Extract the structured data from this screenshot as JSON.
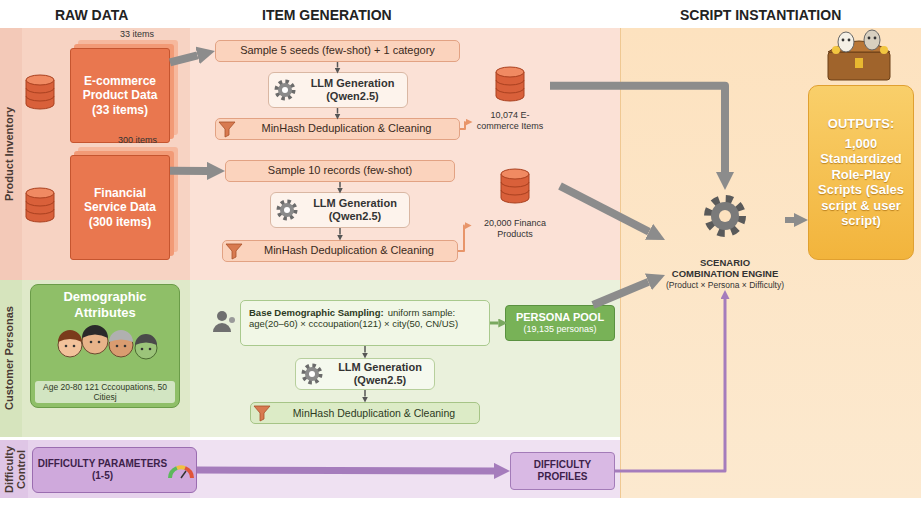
{
  "diagram": {
    "nodes": [
      {
        "text": [
          "Product Inventory"
        ]
      },
      {
        "text": [
          "E-commerce Product Data (33 items)"
        ],
        "in": 0
      },
      {
        "text": [
          "Sample 5 seeds (few-shot) + 1 category"
        ],
        "in": 0
      },
      {
        "text": [
          "LLM Generation (Qwen2.5)"
        ],
        "in": 0
      },
      {
        "text": [
          "MinHash Deduplication & Cleaning"
        ],
        "in": 0
      },
      {
        "text": [
          "10,074 E-commerce Items"
        ],
        "in": 0
      },
      {
        "text": [
          "Financial Service Data (300 items)"
        ],
        "in": 0
      },
      {
        "text": [
          "Sample 10 records (few-shot)"
        ],
        "in": 0
      },
      {
        "text": [
          "LLM Generation (Qwen2.5)"
        ],
        "in": 0
      },
      {
        "text": [
          "MinHash Deduplication & Cleaning"
        ],
        "in": 0
      },
      {
        "text": [
          "20,000 Financa Products"
        ],
        "in": 0
      },
      {
        "text": [
          "Customer Personas"
        ]
      },
      {
        "text": [
          "Demographic Attributes",
          "Age 20-80 121 Cccoupations, 50 Citiesj"
        ],
        "in": 11
      },
      {
        "text": [
          "Base Demographic Sampling:",
          "uniform sample: age(20–60) × cccoupation(121) × city(50, CN/US)"
        ],
        "in": 11
      },
      {
        "text": [
          "LLM Generation (Qwen2.5)"
        ],
        "in": 11
      },
      {
        "text": [
          "MinHash Deduplication & Cleaning"
        ],
        "in": 11
      },
      {
        "text": [
          "PERSONA POOL",
          "(19,135 personas)"
        ],
        "in": 11
      },
      {
        "text": [
          "Difficulty Control"
        ]
      },
      {
        "text": [
          "DIFFICULTY PARAMETERS",
          "(1-5)"
        ],
        "in": 17
      },
      {
        "text": [
          "DIFFICULTY PROFILES"
        ],
        "in": 17
      },
      {
        "text": [
          "SCENARIO COMBINATION ENGINE",
          "(Product × Persona × Difficulty)"
        ]
      },
      {
        "text": [
          "OUTPUTS:",
          "1,000 Standardized Role-Play Scripts (Sales script & user script)"
        ]
      }
    ],
    "edges": [
      {
        "from": 1,
        "to": 2,
        "arrow": "to"
      },
      {
        "from": 2,
        "to": 3,
        "arrow": "to"
      },
      {
        "from": 3,
        "to": 4,
        "arrow": "to"
      },
      {
        "from": 4,
        "to": 5,
        "arrow": "to"
      },
      {
        "from": 5,
        "to": 20,
        "arrow": "to"
      },
      {
        "from": 6,
        "to": 7,
        "arrow": "to"
      },
      {
        "from": 7,
        "to": 8,
        "arrow": "to"
      },
      {
        "from": 8,
        "to": 9,
        "arrow": "to"
      },
      {
        "from": 9,
        "to": 10,
        "arrow": "to"
      },
      {
        "from": 10,
        "to": 20,
        "arrow": "to"
      },
      {
        "from": 13,
        "to": 14,
        "arrow": "to"
      },
      {
        "from": 14,
        "to": 15,
        "arrow": "to"
      },
      {
        "from": 13,
        "to": 16,
        "arrow": "to"
      },
      {
        "from": 16,
        "to": 20,
        "arrow": "to"
      },
      {
        "from": 18,
        "to": 19,
        "arrow": "to"
      },
      {
        "from": 19,
        "to": 20,
        "arrow": "to"
      },
      {
        "from": 20,
        "to": 21,
        "arrow": "to"
      }
    ],
    "labels": [
      "RAW DATA",
      "ITEM GENERATION",
      "SCRIPT INSTANTIATION",
      "33 items",
      "300 items"
    ]
  }
}
